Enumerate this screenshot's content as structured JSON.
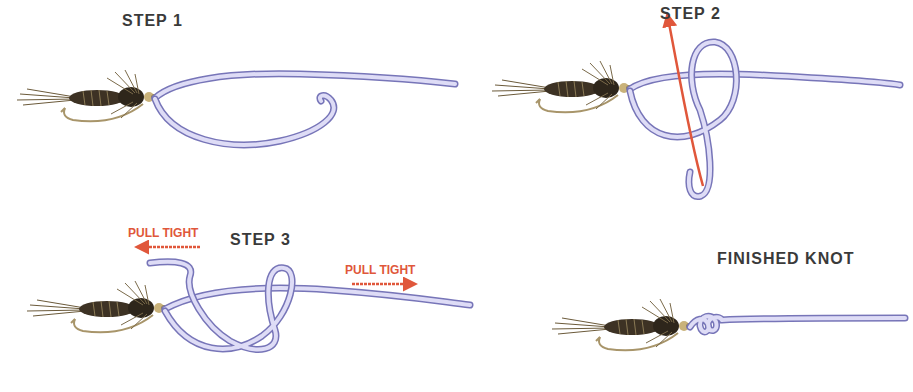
{
  "diagram": {
    "labels": [
      "STEP 1",
      "STEP 2",
      "PULL TIGHT",
      "STEP 3",
      "PULL TIGHT",
      "FINISHED KNOT"
    ]
  }
}
